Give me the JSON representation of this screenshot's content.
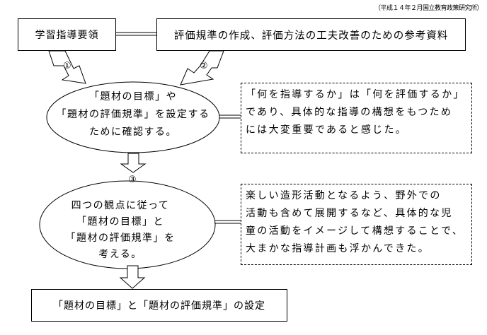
{
  "source": "（平成１４年２月国立教育政策研究所）",
  "top_left_box": "学習指導要領",
  "top_right_box": "評価規準の作成、評価方法の工夫改善のための参考資料",
  "step1_marker": "①",
  "step2_marker": "②",
  "step3_marker": "③",
  "ellipse1": {
    "lines": [
      "「題材の目標」や",
      "「題材の評価規準」を設定する",
      "ために確認する。"
    ]
  },
  "note1": {
    "lines": [
      "「何を指導するか」は「何を評価するか」",
      "であり、具体的な指導の構想をもつため",
      "には大変重要であると感じた。"
    ]
  },
  "ellipse2": {
    "lines": [
      "四つの観点に従って",
      "「題材の目標」と",
      "「題材の評価規準」を",
      "考える。"
    ]
  },
  "note2": {
    "lines": [
      "楽しい造形活動となるよう、野外での",
      "活動も含めて展開するなど、具体的な児",
      "童の活動をイメージして構想することで、",
      "大まかな指導計画も浮かんできた。"
    ]
  },
  "bottom_box": "「題材の目標」と「題材の評価規準」の設定"
}
